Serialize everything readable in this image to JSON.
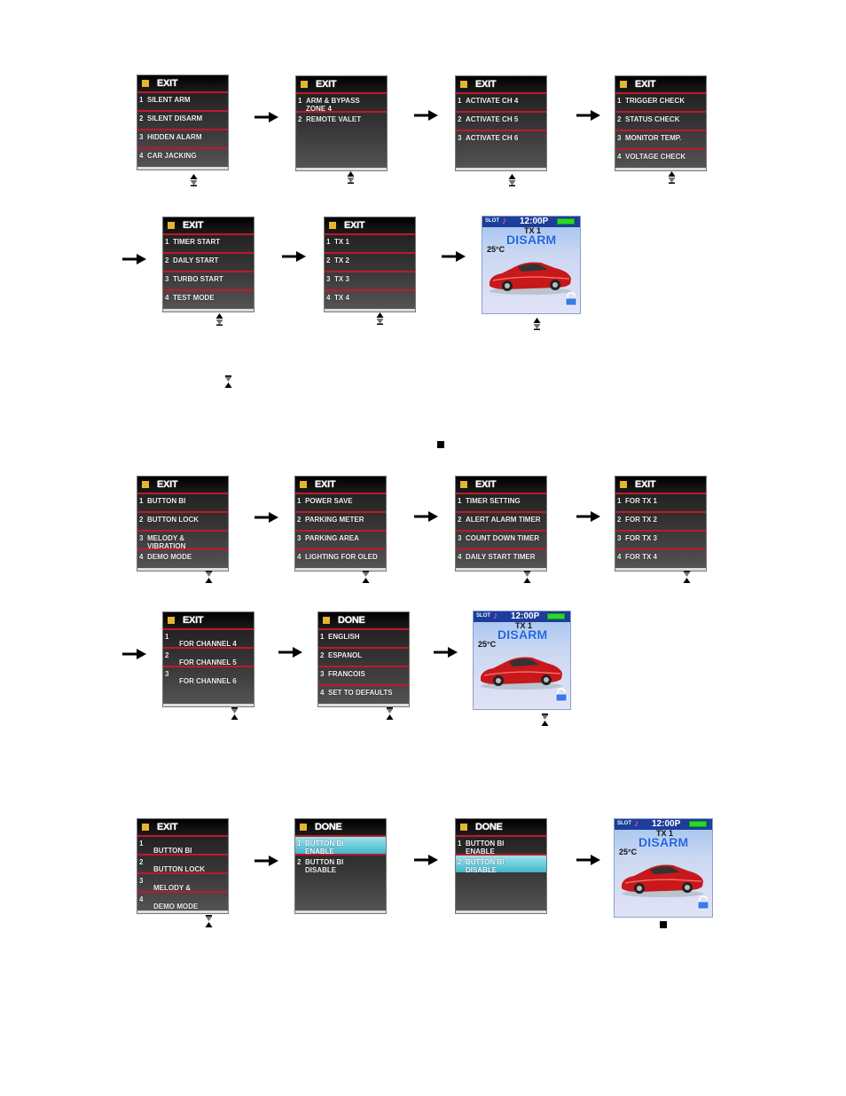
{
  "rows": [
    {
      "menus": [
        {
          "title": "EXIT",
          "items": [
            {
              "n": "1",
              "t": "SILENT ARM"
            },
            {
              "n": "2",
              "t": "SILENT DISARM"
            },
            {
              "n": "3",
              "t": "HIDDEN ALARM"
            },
            {
              "n": "4",
              "t": "CAR JACKING"
            }
          ]
        },
        {
          "title": "EXIT",
          "items": [
            {
              "n": "1",
              "t": "ARM & BYPASS\nZONE 4"
            },
            {
              "n": "2",
              "t": "REMOTE VALET"
            }
          ]
        },
        {
          "title": "EXIT",
          "items": [
            {
              "n": "1",
              "t": "ACTIVATE CH 4"
            },
            {
              "n": "2",
              "t": "ACTIVATE CH 5"
            },
            {
              "n": "3",
              "t": "ACTIVATE CH 6"
            }
          ]
        },
        {
          "title": "EXIT",
          "items": [
            {
              "n": "1",
              "t": "TRIGGER CHECK"
            },
            {
              "n": "2",
              "t": "STATUS CHECK"
            },
            {
              "n": "3",
              "t": "MONITOR TEMP."
            },
            {
              "n": "4",
              "t": "VOLTAGE CHECK"
            }
          ]
        }
      ]
    },
    {
      "menus": [
        {
          "title": "EXIT",
          "items": [
            {
              "n": "1",
              "t": "TIMER START"
            },
            {
              "n": "2",
              "t": "DAILY START"
            },
            {
              "n": "3",
              "t": "TURBO START"
            },
            {
              "n": "4",
              "t": "TEST MODE"
            }
          ]
        },
        {
          "title": "EXIT",
          "items": [
            {
              "n": "1",
              "t": "TX 1"
            },
            {
              "n": "2",
              "t": "TX 2"
            },
            {
              "n": "3",
              "t": "TX 3"
            },
            {
              "n": "4",
              "t": "TX 4"
            }
          ]
        }
      ]
    },
    {
      "menus": [
        {
          "title": "EXIT",
          "items": [
            {
              "n": "1",
              "t": "BUTTON BI"
            },
            {
              "n": "2",
              "t": "BUTTON LOCK"
            },
            {
              "n": "3",
              "t": "MELODY &\nVIBRATION"
            },
            {
              "n": "4",
              "t": "DEMO MODE"
            }
          ]
        },
        {
          "title": "EXIT",
          "items": [
            {
              "n": "1",
              "t": "POWER SAVE"
            },
            {
              "n": "2",
              "t": "PARKING METER"
            },
            {
              "n": "3",
              "t": "PARKING AREA"
            },
            {
              "n": "4",
              "t": "LIGHTING FOR OLED"
            }
          ]
        },
        {
          "title": "EXIT",
          "items": [
            {
              "n": "1",
              "t": "TIMER SETTING"
            },
            {
              "n": "2",
              "t": "ALERT ALARM TIMER"
            },
            {
              "n": "3",
              "t": "COUNT DOWN TIMER"
            },
            {
              "n": "4",
              "t": "DAILY START TIMER"
            }
          ]
        },
        {
          "title": "EXIT",
          "items": [
            {
              "n": "1",
              "t": "FOR TX 1"
            },
            {
              "n": "2",
              "t": "FOR TX 2"
            },
            {
              "n": "3",
              "t": "FOR TX 3"
            },
            {
              "n": "4",
              "t": "FOR TX 4"
            }
          ]
        }
      ]
    },
    {
      "menus": [
        {
          "title": "EXIT",
          "items": [
            {
              "n": "1",
              "t": "FOR CHANNEL 4"
            },
            {
              "n": "2",
              "t": "FOR CHANNEL 5"
            },
            {
              "n": "3",
              "t": "FOR CHANNEL 6"
            }
          ]
        },
        {
          "title": "DONE",
          "items": [
            {
              "n": "1",
              "t": "ENGLISH"
            },
            {
              "n": "2",
              "t": "ESPANOL"
            },
            {
              "n": "3",
              "t": "FRANCOIS"
            },
            {
              "n": "4",
              "t": "SET TO DEFAULTS"
            }
          ]
        }
      ]
    },
    {
      "menus": [
        {
          "title": "EXIT",
          "items": [
            {
              "n": "1",
              "t": "BUTTON BI"
            },
            {
              "n": "2",
              "t": "BUTTON LOCK"
            },
            {
              "n": "3",
              "t": "MELODY &\nVIBRATION"
            },
            {
              "n": "4",
              "t": "DEMO MODE"
            }
          ]
        },
        {
          "title": "DONE",
          "items": [
            {
              "n": "1",
              "t": "BUTTON BI\nENABLE",
              "highlight": true
            },
            {
              "n": "2",
              "t": "BUTTON BI\nDISABLE"
            }
          ]
        },
        {
          "title": "DONE",
          "items": [
            {
              "n": "1",
              "t": "BUTTON BI\nENABLE"
            },
            {
              "n": "2",
              "t": "BUTTON BI\nDISABLE",
              "highlight": true
            }
          ]
        }
      ]
    }
  ],
  "home_screen": {
    "signal": "SLOT",
    "time": "12:00P",
    "tx": "TX 1",
    "status": "DISARM",
    "temperature": "25°C"
  },
  "accent_colors": {
    "divider": "#c0182a",
    "header_square": "#e6b430",
    "highlight": "#3fb7c8",
    "status_text": "#1e64e0"
  }
}
